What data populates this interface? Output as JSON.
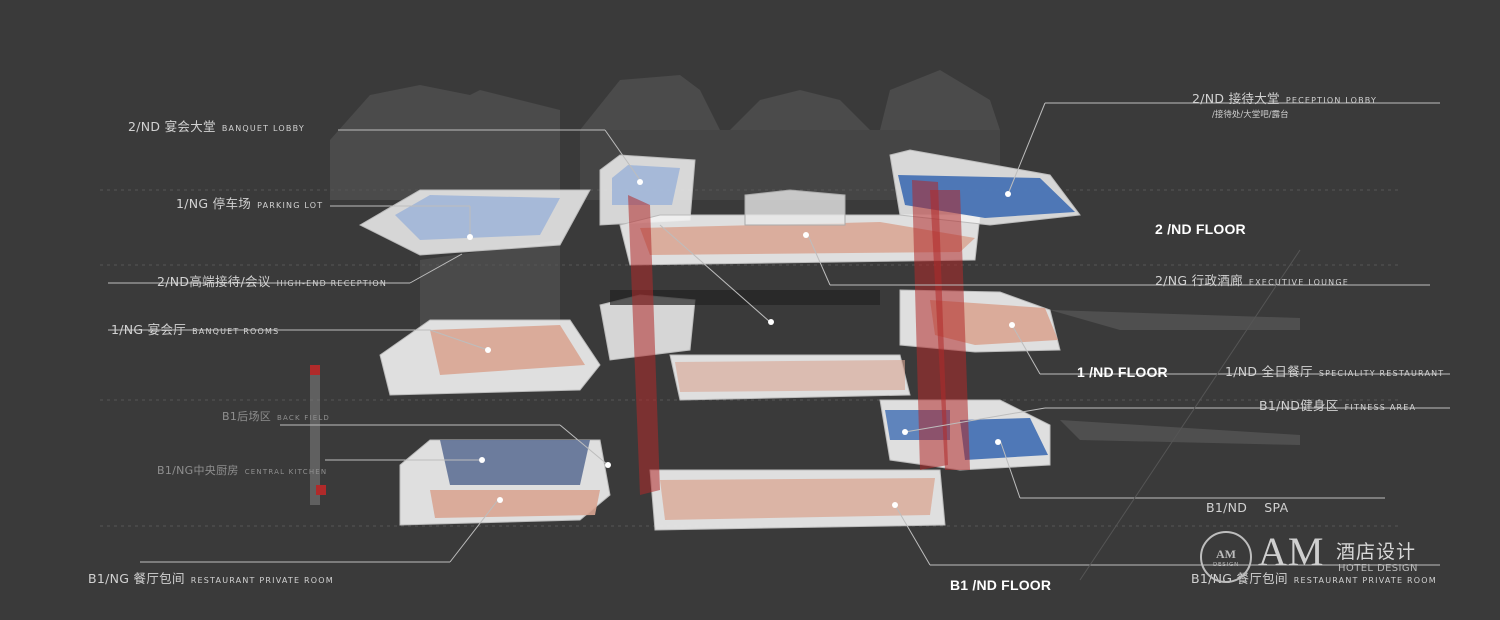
{
  "labels": {
    "banquet_lobby": {
      "cn": "2/ND 宴会大堂",
      "en": "BANQUET LOBBY"
    },
    "parking_lot": {
      "cn": "1/NG 停车场",
      "en": "PARKING LOT"
    },
    "high_end_reception": {
      "cn": "2/ND高端接待/会议",
      "en": "HIGH-END RECEPTION"
    },
    "banquet_rooms": {
      "cn": "1/NG 宴会厅",
      "en": "BANQUET ROOMS"
    },
    "back_field": {
      "cn": "B1后场区",
      "en": "BACK FIELD"
    },
    "central_kitchen": {
      "cn": "B1/NG中央厨房",
      "en": "CENTRAL KITCHEN"
    },
    "private_room_left": {
      "cn": "B1/NG 餐厅包间",
      "en": "RESTAURANT PRIVATE ROOM"
    },
    "reception_lobby": {
      "cn": "2/ND 接待大堂",
      "en": "PECEPTION LOBBY",
      "sub": "/接待处/大堂吧/露台"
    },
    "executive_lounge": {
      "cn": "2/NG 行政酒廊",
      "en": "EXECUTIVE LOUNGE"
    },
    "speciality_restaurant": {
      "cn": "1/ND 全日餐厅",
      "en": "SPECIALITY RESTAURANT"
    },
    "fitness_area": {
      "cn": "B1/ND健身区",
      "en": "FITNESS AREA"
    },
    "spa": {
      "cn": "B1/ND    SPA"
    },
    "private_room_right": {
      "cn": "B1/NG 餐厅包间",
      "en": "RESTAURANT PRIVATE ROOM"
    }
  },
  "floors": {
    "second": "2 /ND FLOOR",
    "first": "1 /ND FLOOR",
    "basement": "B1 /ND FLOOR"
  },
  "logo": {
    "mono": "AM",
    "design": "DESIGN",
    "am": "AM",
    "cn": "酒店设计",
    "en": "HOTEL DESIGN"
  },
  "colors": {
    "background": "#3a3a3a",
    "blue_zone": "#3f6db3",
    "pink_zone": "#d9a592",
    "wall": "#f2f2f2",
    "red_column": "#b02a2a",
    "leader_line": "#bdbdbd"
  }
}
